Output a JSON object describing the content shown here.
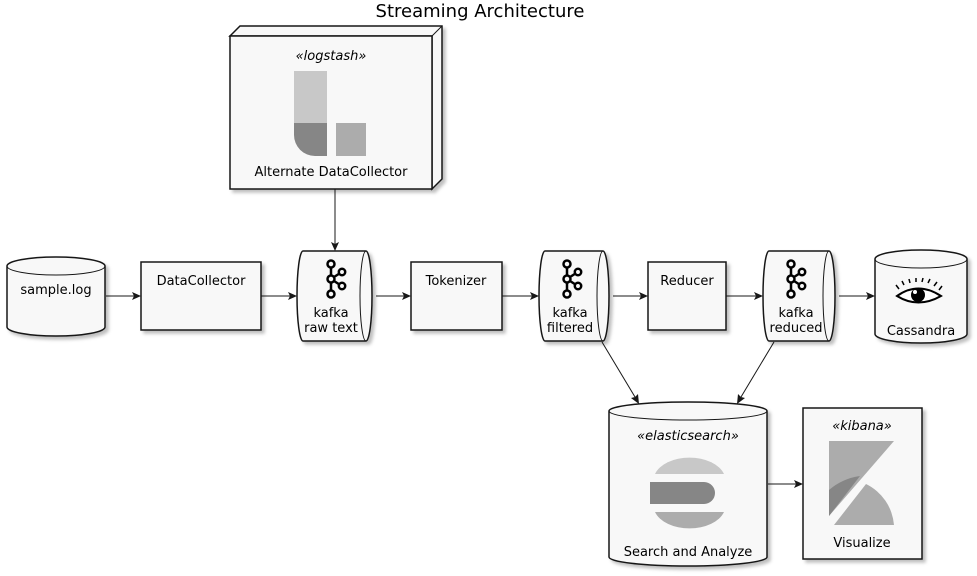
{
  "title": "Streaming Architecture",
  "colors": {
    "node_fill": "#f8f8f8",
    "stroke": "#181818",
    "shadow": "#c8c8c8",
    "icon_grey": "#8a8a8a"
  },
  "nodes": {
    "sample_log": {
      "label": "sample.log",
      "shape": "database"
    },
    "data_collector": {
      "label": "DataCollector",
      "shape": "rectangle"
    },
    "alternate_collector": {
      "stereotype": "«logstash»",
      "label": "Alternate DataCollector",
      "shape": "node",
      "icon": "logstash-icon"
    },
    "kafka_raw": {
      "line1": "kafka",
      "line2": "raw text",
      "shape": "queue",
      "icon": "kafka-icon"
    },
    "tokenizer": {
      "label": "Tokenizer",
      "shape": "rectangle"
    },
    "kafka_filtered": {
      "line1": "kafka",
      "line2": "filtered",
      "shape": "queue",
      "icon": "kafka-icon"
    },
    "reducer": {
      "label": "Reducer",
      "shape": "rectangle"
    },
    "kafka_reduced": {
      "line1": "kafka",
      "line2": "reduced",
      "shape": "queue",
      "icon": "kafka-icon"
    },
    "cassandra": {
      "label": "Cassandra",
      "shape": "database",
      "icon": "cassandra-eye-icon"
    },
    "elasticsearch": {
      "stereotype": "«elasticsearch»",
      "label": "Search and Analyze",
      "shape": "database",
      "icon": "elasticsearch-icon"
    },
    "kibana": {
      "stereotype": "«kibana»",
      "label": "Visualize",
      "shape": "rectangle",
      "icon": "kibana-icon"
    }
  },
  "edges": [
    {
      "from": "sample_log",
      "to": "data_collector"
    },
    {
      "from": "data_collector",
      "to": "kafka_raw"
    },
    {
      "from": "alternate_collector",
      "to": "kafka_raw"
    },
    {
      "from": "kafka_raw",
      "to": "tokenizer"
    },
    {
      "from": "tokenizer",
      "to": "kafka_filtered"
    },
    {
      "from": "kafka_filtered",
      "to": "reducer"
    },
    {
      "from": "reducer",
      "to": "kafka_reduced"
    },
    {
      "from": "kafka_reduced",
      "to": "cassandra"
    },
    {
      "from": "kafka_filtered",
      "to": "elasticsearch"
    },
    {
      "from": "kafka_reduced",
      "to": "elasticsearch"
    },
    {
      "from": "elasticsearch",
      "to": "kibana"
    }
  ]
}
